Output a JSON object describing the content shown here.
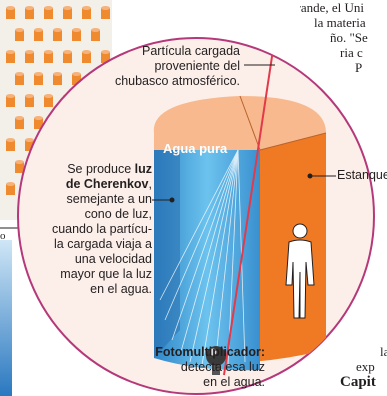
{
  "colors": {
    "circle_fill": "#fcefe9",
    "circle_stroke": "#b4387a",
    "tank_side": "#f07a24",
    "tank_top": "#f7b98d",
    "water": "#5fb6e6",
    "water_dark": "#2b7fc0",
    "particle_line": "#e23a4a"
  },
  "labels": {
    "particle": [
      "Partícula cargada",
      "proveniente del",
      "chubasco atmosférico."
    ],
    "water": "Agua pura",
    "cherenkov": {
      "line1_pre": "Se produce ",
      "line1_bold": "luz",
      "line2_bold": "de Cherenkov",
      "line2_post": ",",
      "rest": [
        "semejante a un",
        "cono de luz,",
        "cuando la partícu-",
        "la cargada viaja a",
        "una velocidad",
        "mayor que la luz",
        "en el agua."
      ]
    },
    "tank": "Estanque",
    "photomultiplier_title": "Fotomultiplicador:",
    "photomultiplier_desc": [
      "detecta esa luz",
      "en el agua."
    ]
  },
  "article_fragments": {
    "top_lines": [
      "grande, el Uni",
      "la materia",
      "ño. \"Se",
      "ria c",
      "P"
    ],
    "bottom_lines": [
      "la",
      "exp"
    ],
    "heading": "Capit"
  },
  "left_fragment": "o"
}
